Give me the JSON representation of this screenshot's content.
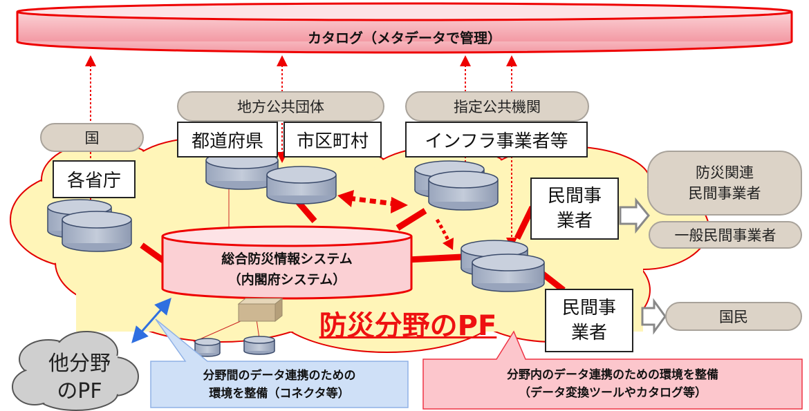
{
  "catalog": {
    "label": "カタログ（メタデータで管理）"
  },
  "groups": {
    "kuni": "国",
    "chiho": "地方公共団体",
    "shitei": "指定公共機関",
    "bosai_minkan_line1": "防災関連",
    "bosai_minkan_line2": "民間事業者",
    "ippan_minkan": "一般民間事業者",
    "kokumin": "国民"
  },
  "boxes": {
    "kakushocho": "各省庁",
    "todofuken": "都道府県",
    "shikuchoson": "市区町村",
    "infra": "インフラ事業者等",
    "minkan1_line1": "民間事",
    "minkan1_line2": "業者",
    "minkan2_line1": "民間事",
    "minkan2_line2": "業者"
  },
  "central": {
    "line1": "総合防災情報システム",
    "line2": "（内閣府システム）"
  },
  "pf_title": "防災分野のPF",
  "other_pf": {
    "line1": "他分野",
    "line2": "のPF"
  },
  "notes": {
    "blue_line1": "分野間のデータ連携のための",
    "blue_line2": "環境を整備（コネクタ等）",
    "pink_line1": "分野内のデータ連携のための環境を整備",
    "pink_line2": "（データ変換ツールやカタログ等）"
  },
  "colors": {
    "red": "#ee0000",
    "cloud": "#fff5b8",
    "cylinder": "#a9b4c9",
    "pill": "#dcd3c7",
    "catalog_fill": "#f7b6bd"
  }
}
